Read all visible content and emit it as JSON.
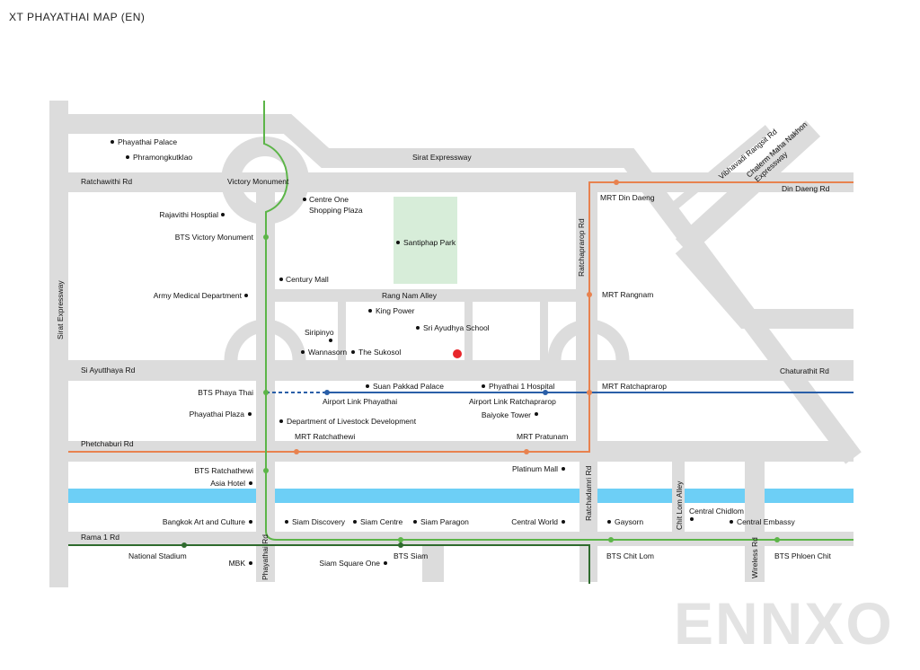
{
  "title": "XT PHAYATHAI MAP (EN)",
  "watermark": "ENNXO",
  "colors": {
    "road": "#dcdcdc",
    "park": "#d7edd9",
    "canal": "#6dcff6",
    "bts_line": "#5cb548",
    "mrt_line": "#e8824f",
    "airport_link": "#2a5fa8",
    "bts_dark_line": "#2f6b2e",
    "project_marker": "#e8262b"
  },
  "roads": {
    "sirat_expressway_left": "Sirat Expressway",
    "sirat_expressway_top": "Sirat Expressway",
    "ratchawithi": "Ratchawithi Rd",
    "din_daeng": "Din Daeng Rd",
    "ratchaprarop": "Ratchaprarop Rd",
    "vibhavadi": "Vibhavadi Rangsit Rd",
    "chalerm_1": "Chalerm Maha Nakhon",
    "chalerm_2": "Expressway",
    "rang_nam": "Rang Nam Alley",
    "si_ayutthaya": "Si Ayutthaya Rd",
    "chaturathit": "Chaturathit Rd",
    "phetchaburi": "Phetchaburi Rd",
    "ratchadamri": "Ratchadamri Rd",
    "chit_lom_alley": "Chit Lom Alley",
    "rama1": "Rama 1 Rd",
    "phayathai": "Phayathai Rd",
    "wireless": "Wireless Rd"
  },
  "places": {
    "phayathai_palace": "Phayathai Palace",
    "phramongkutklao": "Phramongkutklao",
    "victory_monument": "Victory Monument",
    "centre_one_1": "Centre One",
    "centre_one_2": "Shopping Plaza",
    "rajavithi": "Rajavithi Hosptial",
    "santiphap_park": "Santiphap Park",
    "century_mall": "Century Mall",
    "army_medical": "Army Medical Department",
    "king_power": "King Power",
    "sri_ayudhya": "Sri Ayudhya School",
    "siripinyo": "Siripinyo",
    "wannasorn": "Wannasorn",
    "the_sukosol": "The Sukosol",
    "suan_pakkad": "Suan Pakkad Palace",
    "phyathai1": "Phyathai 1 Hospital",
    "phayathai_plaza": "Phayathai Plaza",
    "livestock": "Department of Livestock Development",
    "baiyoke": "Baiyoke Tower",
    "platinum": "Platinum Mall",
    "asia_hotel": "Asia Hotel",
    "bacc": "Bangkok Art and Culture",
    "siam_discovery": "Siam Discovery",
    "siam_centre": "Siam Centre",
    "siam_paragon": "Siam Paragon",
    "central_world": "Central World",
    "gaysorn": "Gaysorn",
    "central_chidlom": "Central Chidlom",
    "central_embassy": "Central Embassy",
    "national_stadium": "National Stadium",
    "mbk": "MBK",
    "siam_square_one": "Siam Square One"
  },
  "stations": {
    "bts_victory": "BTS Victory Monument",
    "bts_phaya_thai": "BTS Phaya Thai",
    "bts_ratchathewi": "BTS Ratchathewi",
    "bts_siam": "BTS Siam",
    "bts_chit_lom": "BTS Chit Lom",
    "bts_phloen_chit": "BTS Phloen Chit",
    "mrt_din_daeng": "MRT Din Daeng",
    "mrt_rangnam": "MRT Rangnam",
    "mrt_ratchaprarop": "MRT Ratchaprarop",
    "mrt_ratchathewi": "MRT Ratchathewi",
    "mrt_pratunam": "MRT Pratunam",
    "arl_phayathai": "Airport Link Phayathai",
    "arl_ratchaprarop": "Airport Link Ratchaprarop"
  }
}
